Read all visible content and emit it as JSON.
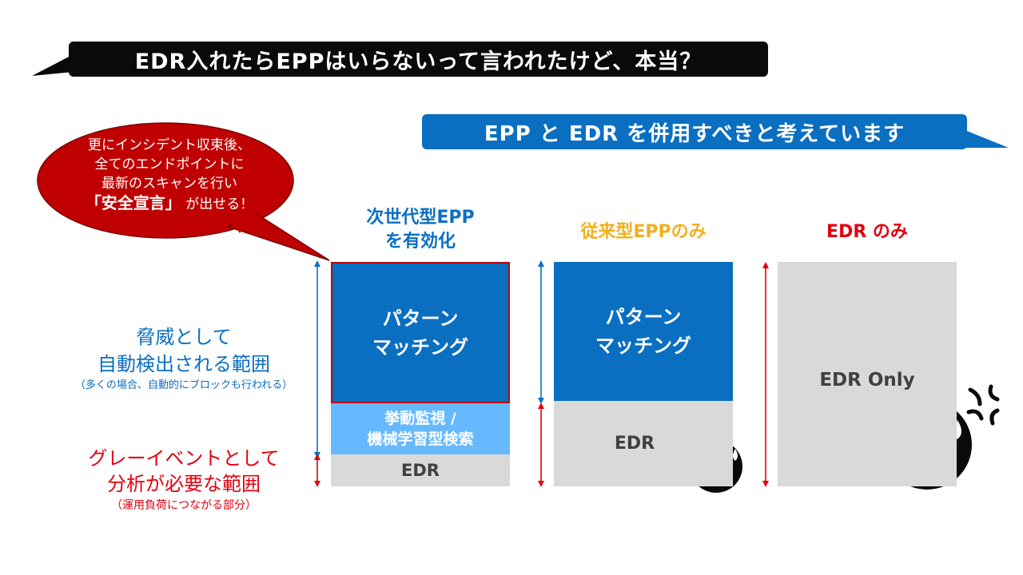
{
  "header": {
    "question": "EDR入れたらEPPはいらないって言われたけど、本当？",
    "answer": "EPP と EDR を併用すべきと考えています"
  },
  "bubble": {
    "line1": "更にインシデント収束後、",
    "line2": "全てのエンドポイントに",
    "line3": "最新のスキャンを行い",
    "emphasis": "「安全宣言」",
    "suffix": "が出せる！"
  },
  "columns": [
    {
      "heading_line1": "次世代型EPP",
      "heading_line2": "を有効化",
      "pattern_line1": "パターン",
      "pattern_line2": "マッチング",
      "behavior_line1": "挙動監視 /",
      "behavior_line2": "機械学習型検索",
      "edr": "EDR"
    },
    {
      "heading": "従来型EPPのみ",
      "pattern_line1": "パターン",
      "pattern_line2": "マッチング",
      "edr": "EDR"
    },
    {
      "heading": "EDR のみ",
      "edr": "EDR Only"
    }
  ],
  "side_labels": {
    "auto_line1": "脅威として",
    "auto_line2": "自動検出される範囲",
    "auto_note": "（多くの場合、自動的にブロックも行われる）",
    "gray_line1": "グレーイベントとして",
    "gray_line2": "分析が必要な範囲",
    "gray_note": "（運用負荷につながる部分）"
  },
  "colors": {
    "accent_blue": "#0a6fc1",
    "light_blue": "#66b9ff",
    "alert_red": "#e3000f",
    "bubble_red": "#c00000",
    "gray": "#d9d9d9",
    "yellow": "#f2b01e"
  }
}
